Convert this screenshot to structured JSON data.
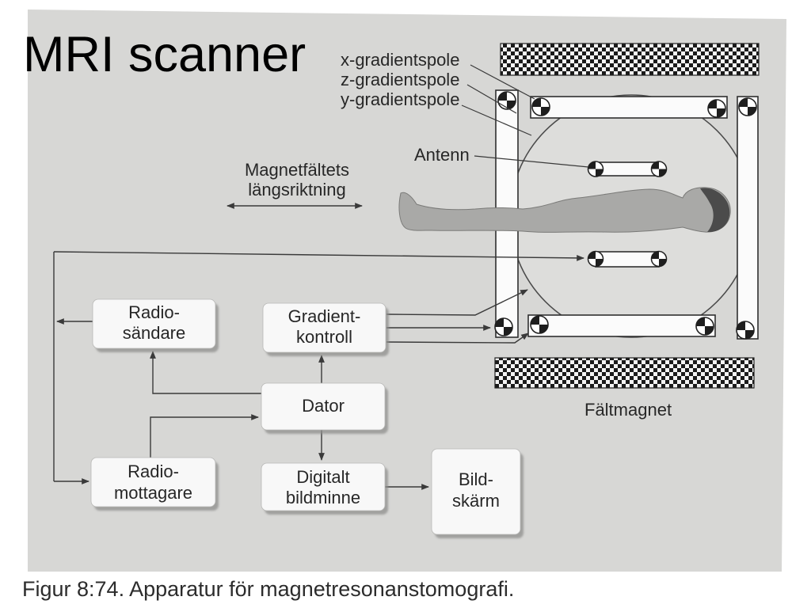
{
  "slide": {
    "title": "MRI scanner"
  },
  "figure": {
    "coil_labels": {
      "x_gradient_coil": "x-gradientspole",
      "z_gradient_coil": "z-gradientspole",
      "y_gradient_coil": "y-gradientspole",
      "antenna": "Antenn"
    },
    "field_direction_label": [
      "Magnetfältets",
      "längsriktning"
    ],
    "field_magnet_label": "Fältmagnet",
    "blocks": {
      "radio_transmitter": [
        "Radio-",
        "sändare"
      ],
      "gradient_control": [
        "Gradient-",
        "kontroll"
      ],
      "computer": [
        "Dator"
      ],
      "radio_receiver": [
        "Radio-",
        "mottagare"
      ],
      "image_memory": [
        "Digitalt",
        "bildminne"
      ],
      "display": [
        "Bild-",
        "skärm"
      ]
    },
    "caption": "Figur 8:74. Apparatur för magnetresonanstomografi."
  },
  "colors": {
    "slide_background": "#ffffff",
    "figure_background": "#d7d7d5",
    "block_fill": "#f8f8f8",
    "line": "#3a3a3a",
    "checker_dark": "#1b1b1b"
  }
}
